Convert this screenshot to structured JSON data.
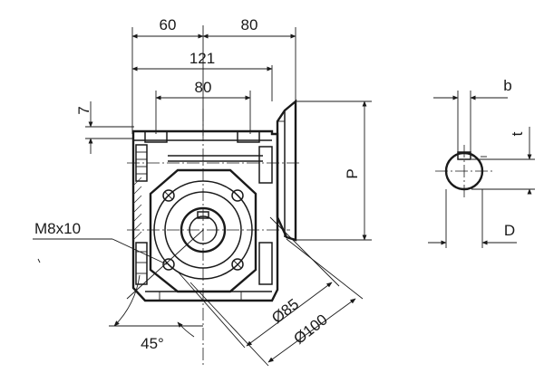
{
  "drawing": {
    "dimensions": {
      "top_left": "60",
      "top_right": "80",
      "overall_width": "121",
      "inner_width": "80",
      "left_offset": "7",
      "flange_height": "P",
      "key_width": "b",
      "key_depth": "t",
      "shaft_diameter": "D",
      "thread": "M8x10",
      "angle": "45°",
      "pcd_inner": "Ø85",
      "pcd_outer": "Ø100"
    }
  }
}
